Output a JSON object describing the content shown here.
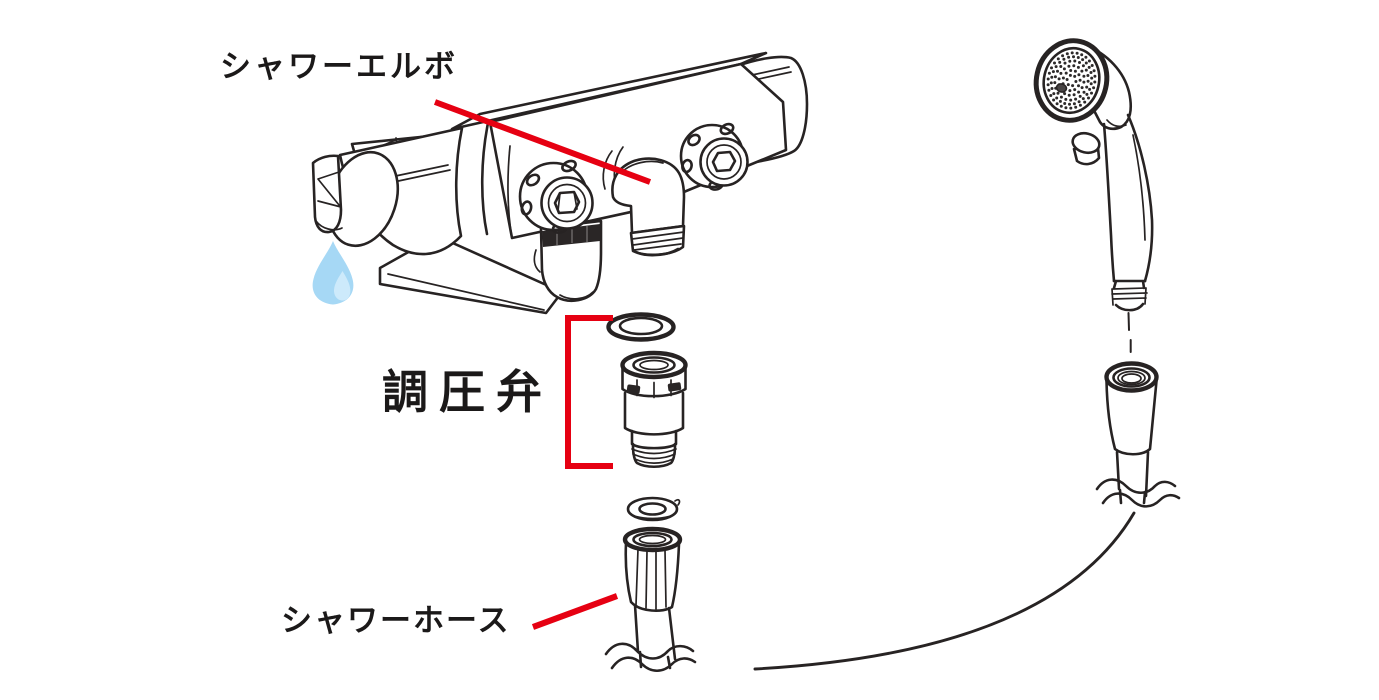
{
  "page": {
    "background": "#ffffff"
  },
  "labels": {
    "shower_elbow": "シャワーエルボ",
    "pressure_valve": "調圧弁",
    "shower_hose": "シャワーホース"
  },
  "icons": {
    "water_drop_icon": "teardrop"
  },
  "colors": {
    "line": "#272323",
    "annotation_red": "#e60012",
    "water_drop": "#a6d8f5",
    "water_drop_highlight": "#cdeafb",
    "text": "#1b1919",
    "background": "#ffffff"
  }
}
